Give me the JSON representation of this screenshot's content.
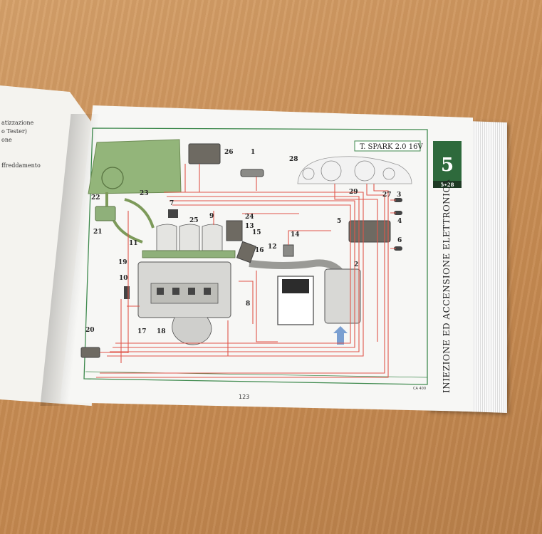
{
  "left_page": {
    "lines": [
      "atizzazione",
      "o Tester)",
      "one",
      "ffreddamento"
    ]
  },
  "diagram": {
    "header_title": "T. SPARK 2.0 16V",
    "section_number": "5",
    "section_subnumber": "5•28",
    "side_title": "INIEZIONE ED ACCENSIONE ELETTRONICA",
    "page_number": "123",
    "reference_code": "CA 400",
    "callouts": [
      "1",
      "2",
      "3",
      "4",
      "5",
      "6",
      "7",
      "8",
      "9",
      "10",
      "11",
      "12",
      "13",
      "14",
      "15",
      "16",
      "17",
      "18",
      "19",
      "20",
      "21",
      "22",
      "23",
      "24",
      "25",
      "26",
      "27",
      "28",
      "29"
    ],
    "colors": {
      "frame_green": "#3f8a4e",
      "section_tab": "#2e6a3c",
      "wire_red": "#e0564a",
      "hose_green": "#7d9a5a",
      "tank_green": "#93b57a",
      "intake_arrow": "#7a9fd1"
    }
  }
}
